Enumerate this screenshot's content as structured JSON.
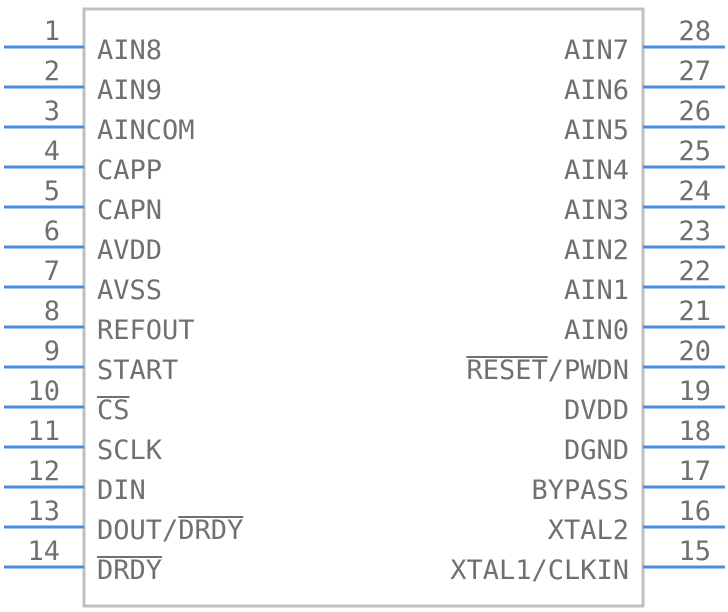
{
  "component": {
    "body_color": "#c0c0c0",
    "pin_color": "#4a90e2",
    "text_color": "#707070",
    "left_pins": [
      {
        "number": "1",
        "name": "AIN8",
        "overbar": false
      },
      {
        "number": "2",
        "name": "AIN9",
        "overbar": false
      },
      {
        "number": "3",
        "name": "AINCOM",
        "overbar": false
      },
      {
        "number": "4",
        "name": "CAPP",
        "overbar": false
      },
      {
        "number": "5",
        "name": "CAPN",
        "overbar": false
      },
      {
        "number": "6",
        "name": "AVDD",
        "overbar": false
      },
      {
        "number": "7",
        "name": "AVSS",
        "overbar": false
      },
      {
        "number": "8",
        "name": "REFOUT",
        "overbar": false
      },
      {
        "number": "9",
        "name": "START",
        "overbar": false
      },
      {
        "number": "10",
        "name": "CS",
        "overbar": true
      },
      {
        "number": "11",
        "name": "SCLK",
        "overbar": false
      },
      {
        "number": "12",
        "name": "DIN",
        "overbar": false
      },
      {
        "number": "13",
        "name": "DOUT/DRDY",
        "overbar": false
      },
      {
        "number": "14",
        "name": "DRDY",
        "overbar": true
      }
    ],
    "right_pins": [
      {
        "number": "28",
        "name": "AIN7",
        "overbar": false
      },
      {
        "number": "27",
        "name": "AIN6",
        "overbar": false
      },
      {
        "number": "26",
        "name": "AIN5",
        "overbar": false
      },
      {
        "number": "25",
        "name": "AIN4",
        "overbar": false
      },
      {
        "number": "24",
        "name": "AIN3",
        "overbar": false
      },
      {
        "number": "23",
        "name": "AIN2",
        "overbar": false
      },
      {
        "number": "22",
        "name": "AIN1",
        "overbar": false
      },
      {
        "number": "21",
        "name": "AIN0",
        "overbar": false
      },
      {
        "number": "20",
        "name": "RESET/PWDN",
        "overbar": false
      },
      {
        "number": "19",
        "name": "DVDD",
        "overbar": false
      },
      {
        "number": "18",
        "name": "DGND",
        "overbar": false
      },
      {
        "number": "17",
        "name": "BYPASS",
        "overbar": false
      },
      {
        "number": "16",
        "name": "XTAL2",
        "overbar": false
      },
      {
        "number": "15",
        "name": "XTAL1/CLKIN",
        "overbar": false
      }
    ]
  }
}
